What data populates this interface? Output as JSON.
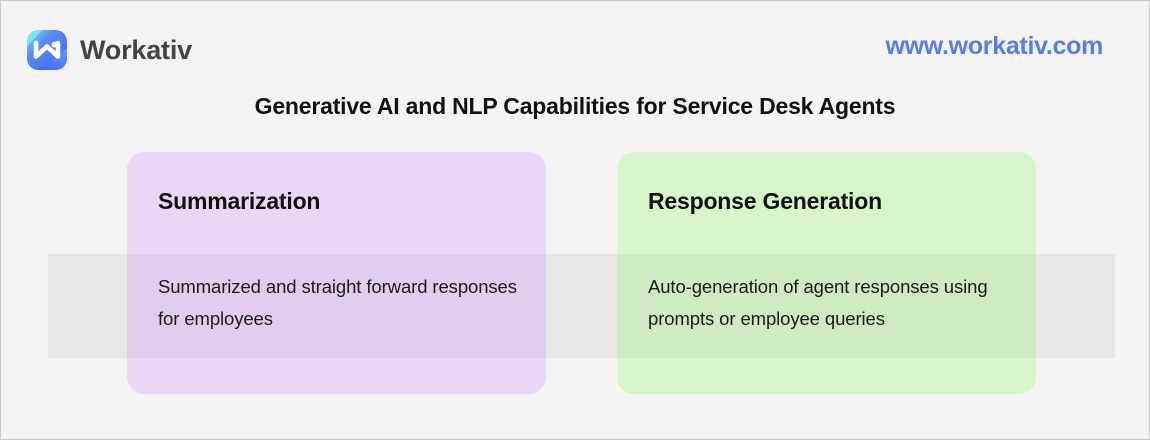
{
  "header": {
    "brand_name": "Workativ",
    "logo_icon": "workativ-logo-icon",
    "site_url": "www.workativ.com"
  },
  "title": "Generative AI and NLP Capabilities for Service Desk Agents",
  "cards": [
    {
      "id": "summarization",
      "title": "Summarization",
      "body": "Summarized and straight forward responses for employees",
      "color": "#e9d6fb"
    },
    {
      "id": "response-generation",
      "title": "Response Generation",
      "body": "Auto-generation of agent responses using prompts or employee queries",
      "color": "#ddfbd0"
    }
  ],
  "colors": {
    "background": "#f4f4f4",
    "band": "#e7e7e7",
    "border": "#c9c9c9",
    "url_blue": "#5b7ce8",
    "brand_gray": "#434343",
    "text_black": "#111111",
    "logo_gradient_start": "#5ee4f5",
    "logo_gradient_mid": "#5a8cf8",
    "logo_gradient_end": "#3d63f0"
  }
}
